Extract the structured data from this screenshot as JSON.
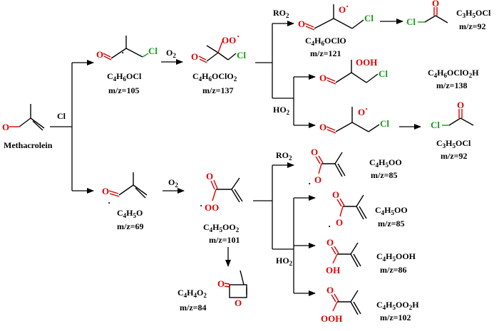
{
  "colors": {
    "oxygen": "#e00000",
    "chlorine": "#1a9a1a",
    "bond": "#000000"
  },
  "atoms": {
    "O": "O",
    "Cl": "Cl",
    "OO": "OO",
    "OOH": "OOH",
    "OH": "OH",
    "radical": "·"
  },
  "reagents": {
    "cl": "Cl",
    "o2_top": "O",
    "o2_top_sub": "2",
    "o2_bottom": "O",
    "o2_bottom_sub": "2",
    "ro2_top": "RO",
    "ro2_top_sub": "2",
    "ho2_top": "HO",
    "ho2_top_sub": "2",
    "ro2_bottom": "RO",
    "ro2_bottom_sub": "2",
    "ho2_bottom": "HO",
    "ho2_bottom_sub": "2"
  },
  "species": {
    "methacrolein": {
      "name": "Methacrolein"
    },
    "c4h6ocl": {
      "f": [
        "C",
        "4",
        "H",
        "6",
        "OCl"
      ],
      "mz": "m/z=105"
    },
    "c4h6oclo2": {
      "f": [
        "C",
        "4",
        "H",
        "6",
        "OClO",
        "2"
      ],
      "mz": "m/z=137"
    },
    "c4h6oclo": {
      "f": [
        "C",
        "4",
        "H",
        "6",
        "OClO"
      ],
      "mz": "m/z=121"
    },
    "c3h5ocl_top": {
      "f": [
        "C",
        "3",
        "H",
        "5",
        "OCl"
      ],
      "mz": "m/z=92"
    },
    "c4h6oclo2h": {
      "f": [
        "C",
        "4",
        "H",
        "6",
        "OClO",
        "2",
        "H"
      ],
      "mz": "m/z=138"
    },
    "c3h5ocl_bottom": {
      "f": [
        "C",
        "3",
        "H",
        "5",
        "OCl"
      ],
      "mz": "m/z=92"
    },
    "c4h5o": {
      "f": [
        "C",
        "4",
        "H",
        "5",
        "O"
      ],
      "mz": "m/z=69"
    },
    "c4h5oo2": {
      "f": [
        "C",
        "4",
        "H",
        "5",
        "OO",
        "2"
      ],
      "mz": "m/z=101"
    },
    "c4h4o2": {
      "f": [
        "C",
        "4",
        "H",
        "4",
        "O",
        "2"
      ],
      "mz": "m/z=84"
    },
    "c4h5oo_a": {
      "f": [
        "C",
        "4",
        "H",
        "5",
        "OO"
      ],
      "mz": "m/z=85"
    },
    "c4h5oo_b": {
      "f": [
        "C",
        "4",
        "H",
        "5",
        "OO"
      ],
      "mz": "m/z=85"
    },
    "c4h5ooh": {
      "f": [
        "C",
        "4",
        "H",
        "5",
        "OOH"
      ],
      "mz": "m/z=86"
    },
    "c4h5oo2h": {
      "f": [
        "C",
        "4",
        "H",
        "5",
        "OO",
        "2",
        "H"
      ],
      "mz": "m/z=102"
    }
  }
}
